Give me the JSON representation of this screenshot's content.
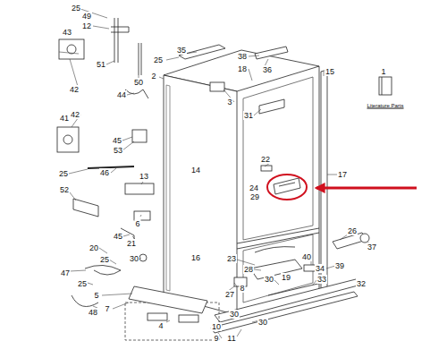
{
  "diagram": {
    "labels": [
      "25",
      "49",
      "12",
      "43",
      "51",
      "42",
      "50",
      "35",
      "25",
      "2",
      "38",
      "18",
      "36",
      "15",
      "1",
      "Literature Parts",
      "44",
      "3",
      "31",
      "42",
      "41",
      "45",
      "53",
      "17",
      "14",
      "22",
      "25",
      "46",
      "13",
      "24",
      "29",
      "52",
      "6",
      "45",
      "21",
      "26",
      "16",
      "37",
      "20",
      "25",
      "30",
      "23",
      "40",
      "39",
      "47",
      "25",
      "28",
      "34",
      "19",
      "5",
      "8",
      "30",
      "33",
      "27",
      "32",
      "48",
      "7",
      "4",
      "30",
      "10",
      "30",
      "9",
      "11"
    ]
  }
}
